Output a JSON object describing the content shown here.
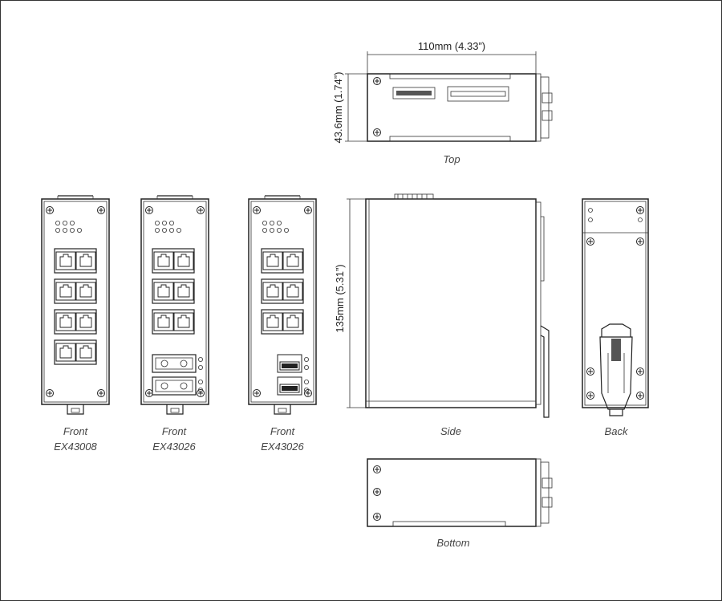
{
  "dimensions": {
    "width": "110mm (4.33”)",
    "height_top": "43.6mm (1.74”)",
    "depth": "135mm (5.31”)"
  },
  "captions": {
    "top": "Top",
    "side": "Side",
    "back": "Back",
    "bottom": "Bottom",
    "front1_line1": "Front",
    "front1_line2": "EX43008",
    "front2_line1": "Front",
    "front2_line2": "EX43026",
    "front3_line1": "Front",
    "front3_line2": "EX43026"
  }
}
